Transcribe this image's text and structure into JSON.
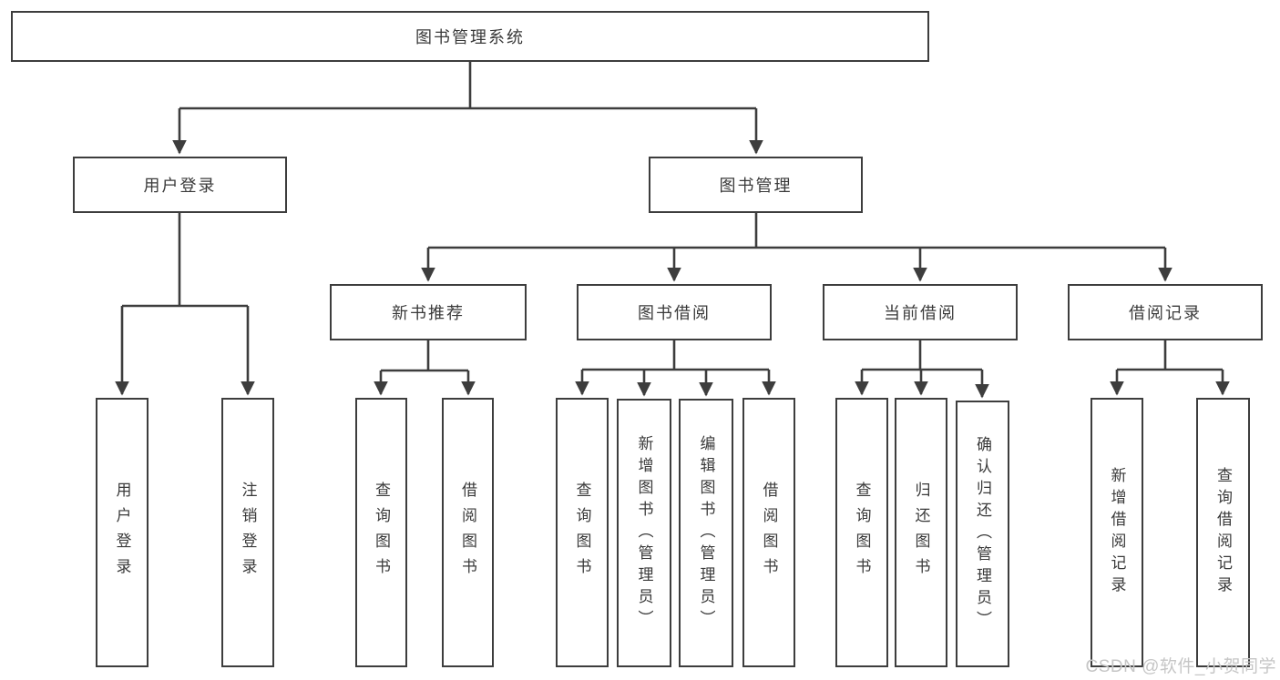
{
  "colors": {
    "line": "#3d3d3d",
    "text": "#3a3a3a",
    "watermark": "#c6c6c6",
    "background": "#ffffff"
  },
  "tree": {
    "root": "图书管理系统",
    "user_login": {
      "label": "用户登录",
      "children": [
        "用户登录",
        "注销登录"
      ]
    },
    "book_mgmt": {
      "label": "图书管理",
      "sections": [
        {
          "label": "新书推荐",
          "children": [
            "查询图书",
            "借阅图书"
          ]
        },
        {
          "label": "图书借阅",
          "children": [
            "查询图书",
            "新增图书（管理员）",
            "编辑图书（管理员）",
            "借阅图书"
          ]
        },
        {
          "label": "当前借阅",
          "children": [
            "查询图书",
            "归还图书",
            "确认归还（管理员）"
          ]
        },
        {
          "label": "借阅记录",
          "children": [
            "新增借阅记录",
            "查询借阅记录"
          ]
        }
      ]
    }
  },
  "watermark": "CSDN @软件_小贺同学"
}
